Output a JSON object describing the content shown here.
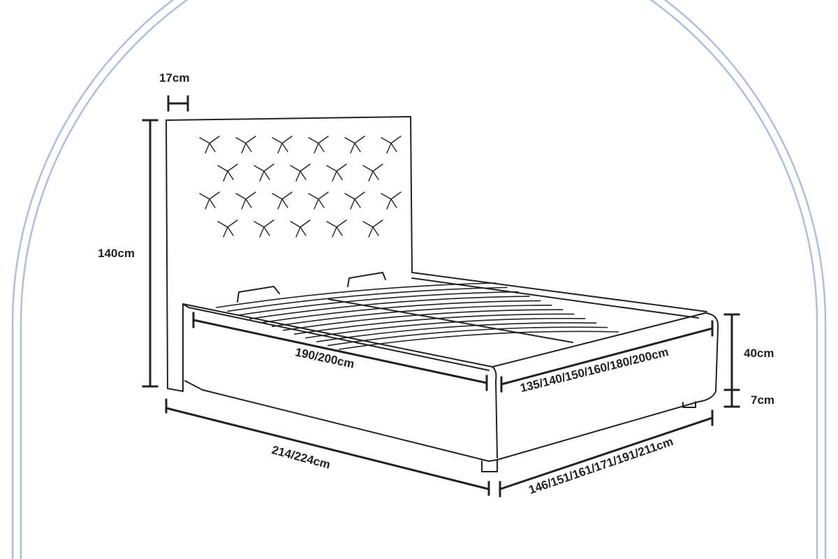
{
  "colors": {
    "arch": "#aebfd9",
    "ink": "#222222"
  },
  "dimensions": {
    "headboard_depth": "17cm",
    "headboard_height": "140cm",
    "mattress_length": "190/200cm",
    "mattress_width": "135/140/150/160/180/200cm",
    "frame_height": "40cm",
    "leg_height": "7cm",
    "overall_length": "214/224cm",
    "overall_width": "146/151/161/171/191/211cm"
  }
}
